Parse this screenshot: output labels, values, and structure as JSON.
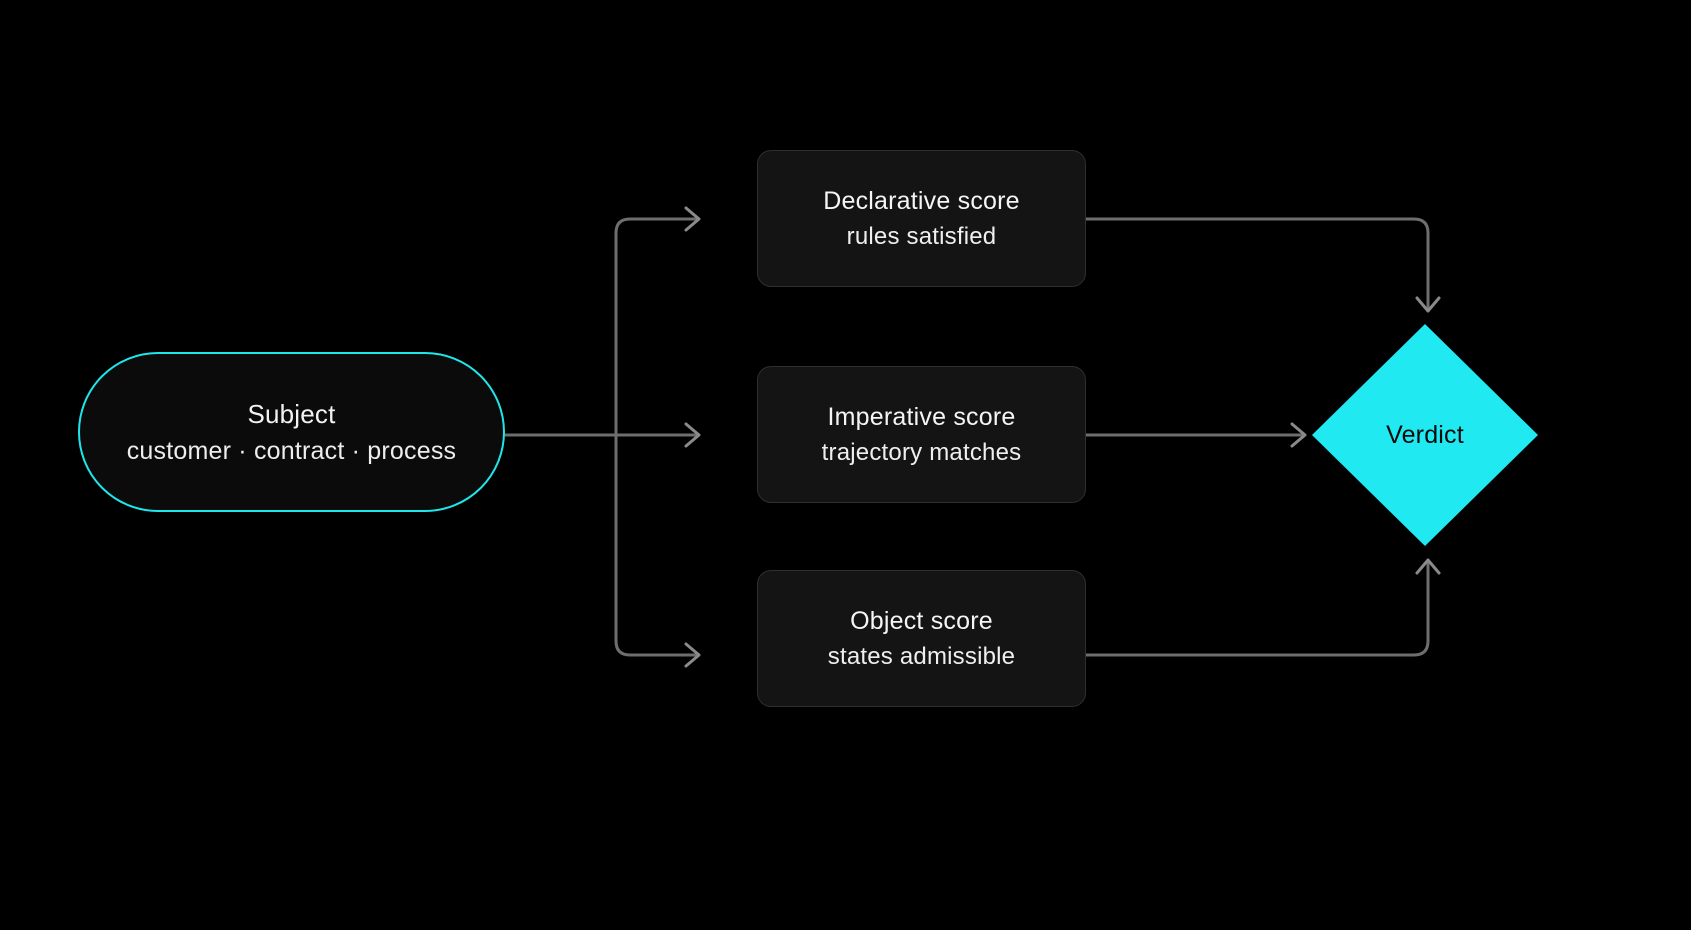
{
  "diagram": {
    "type": "flowchart",
    "background": "#000000",
    "edge_color": "#6e6e6e",
    "accent_cyan": "#20e9f2",
    "subject_border": "#1ee6ea",
    "box_fill": "#141414",
    "box_border": "#2f2f2f"
  },
  "nodes": {
    "subject": {
      "shape": "pill",
      "title": "Subject",
      "subtitle": "customer · contract · process"
    },
    "declarative": {
      "shape": "rounded-rect",
      "title": "Declarative score",
      "subtitle": "rules satisfied"
    },
    "imperative": {
      "shape": "rounded-rect",
      "title": "Imperative score",
      "subtitle": "trajectory matches"
    },
    "object": {
      "shape": "rounded-rect",
      "title": "Object score",
      "subtitle": "states admissible"
    },
    "verdict": {
      "shape": "diamond",
      "label": "Verdict"
    }
  },
  "edges": [
    {
      "from": "subject",
      "to": "declarative",
      "style": "orthogonal-arrow"
    },
    {
      "from": "subject",
      "to": "imperative",
      "style": "straight-arrow"
    },
    {
      "from": "subject",
      "to": "object",
      "style": "orthogonal-arrow"
    },
    {
      "from": "declarative",
      "to": "verdict",
      "style": "orthogonal-arrow"
    },
    {
      "from": "imperative",
      "to": "verdict",
      "style": "straight-arrow"
    },
    {
      "from": "object",
      "to": "verdict",
      "style": "orthogonal-arrow"
    }
  ]
}
